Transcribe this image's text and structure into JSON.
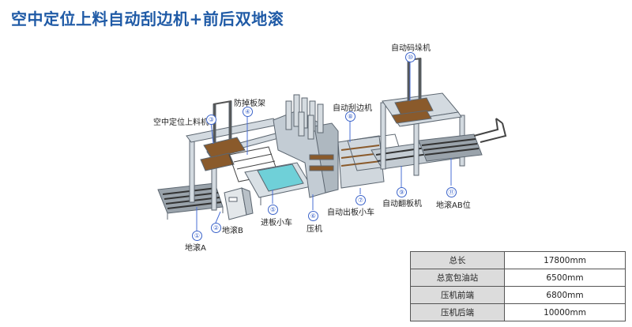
{
  "title": "空中定位上料自动刮边机+前后双地滚",
  "callouts": [
    {
      "num": "①",
      "label": "地滚A"
    },
    {
      "num": "②",
      "label": "地滚B"
    },
    {
      "num": "③",
      "label": "空中定位上料机"
    },
    {
      "num": "④",
      "label": "防掉板架"
    },
    {
      "num": "⑤",
      "label": "进板小车"
    },
    {
      "num": "⑥",
      "label": "压机"
    },
    {
      "num": "⑦",
      "label": "自动出板小车"
    },
    {
      "num": "⑧",
      "label": "自动刮边机"
    },
    {
      "num": "⑨",
      "label": "自动翻板机"
    },
    {
      "num": "⑩",
      "label": "自动码垛机"
    },
    {
      "num": "⑪",
      "label": "地滚AB位"
    }
  ],
  "specs": [
    {
      "label": "总长",
      "value": "17800mm"
    },
    {
      "label": "总宽包油站",
      "value": "6500mm"
    },
    {
      "label": "压机前端",
      "value": "6800mm"
    },
    {
      "label": "压机后端",
      "value": "10000mm"
    }
  ],
  "colors": {
    "title": "#1f5aa6",
    "callout": "#3b63c9",
    "frame": "#b9c3cc",
    "wood": "#8a5a2b",
    "platen": "#6fd0d8"
  }
}
